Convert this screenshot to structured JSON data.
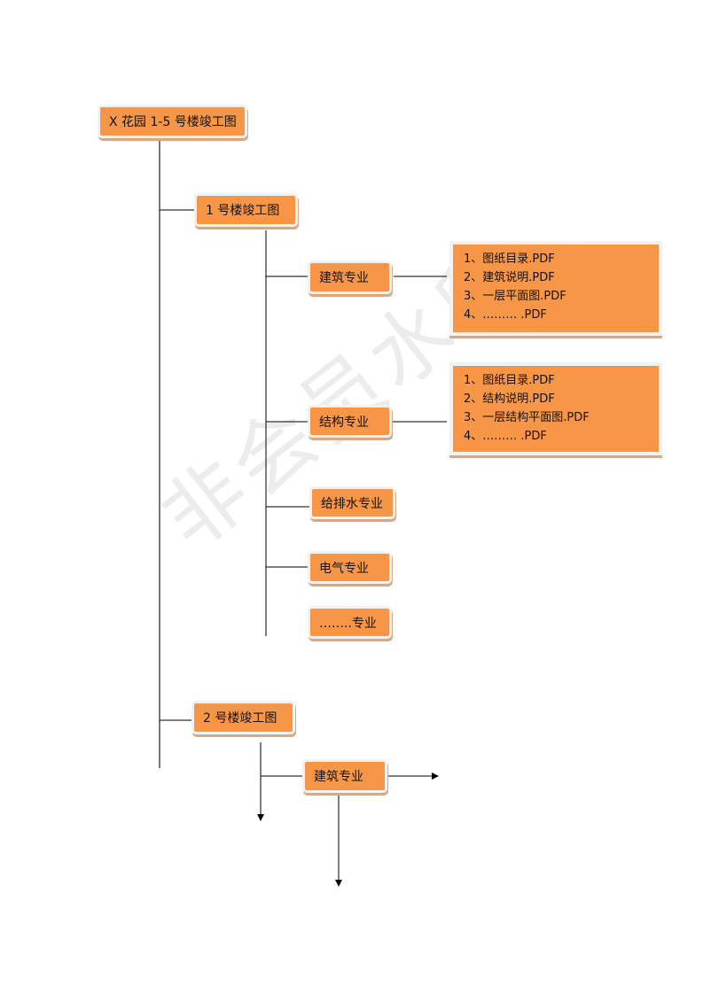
{
  "root": {
    "label": "X 花园 1-5 号楼竣工图"
  },
  "building1": {
    "label": "1 号楼竣工图",
    "disciplines": [
      "建筑专业",
      "结构专业",
      "给排水专业",
      "电气专业",
      "……..专业"
    ],
    "architecture_files": [
      "1、图纸目录.PDF",
      "2、建筑说明.PDF",
      "3、一层平面图.PDF",
      "4、………  .PDF"
    ],
    "structure_files": [
      "1、图纸目录.PDF",
      "2、结构说明.PDF",
      "3、一层结构平面图.PDF",
      "4、………  .PDF"
    ]
  },
  "building2": {
    "label": "2 号楼竣工图",
    "disciplines": [
      "建筑专业"
    ]
  },
  "watermark": "非会员水印"
}
